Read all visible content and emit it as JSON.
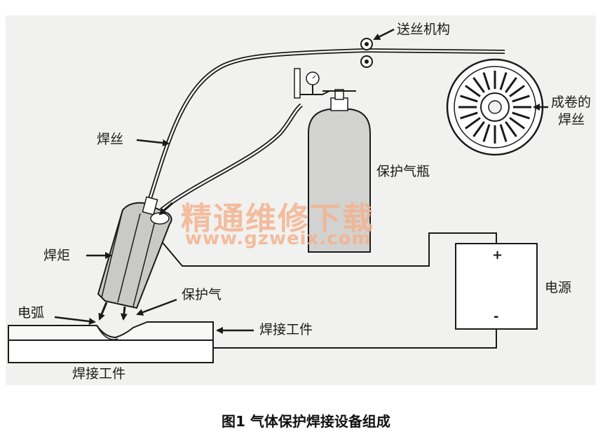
{
  "labels": {
    "wire_feeder": "送丝机构",
    "spool_line1": "成卷的",
    "spool_line2": "焊丝",
    "welding_wire": "焊丝",
    "gas_cylinder": "保护气瓶",
    "torch": "焊炬",
    "power_source": "电源",
    "plus": "+",
    "minus": "-",
    "arc": "电弧",
    "shielding_gas": "保护气",
    "workpiece_right": "焊接工件",
    "workpiece_bottom": "焊接工件"
  },
  "watermark": {
    "text": "精通维修下载",
    "url": "www.gzweix.com"
  },
  "caption": "图1 气体保护焊接设备组成"
}
